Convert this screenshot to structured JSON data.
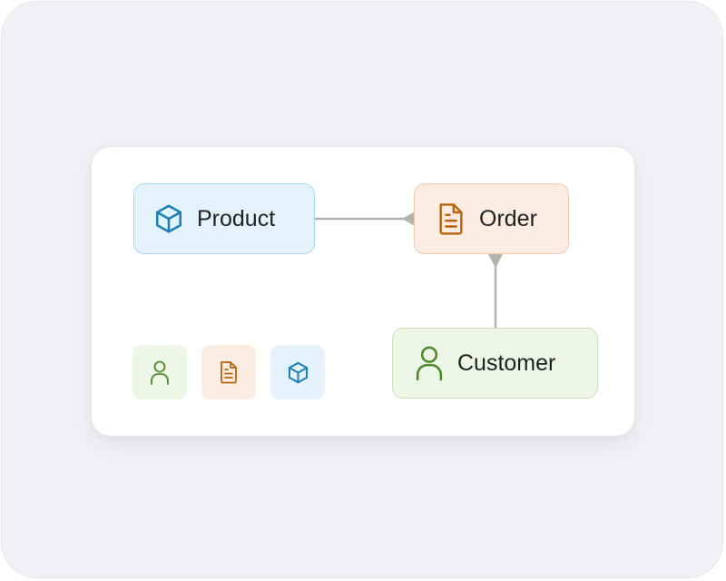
{
  "diagram": {
    "nodes": {
      "product": {
        "label": "Product",
        "icon": "cube-icon",
        "color": "#1a7fb5"
      },
      "order": {
        "label": "Order",
        "icon": "document-icon",
        "color": "#b8620d"
      },
      "customer": {
        "label": "Customer",
        "icon": "person-icon",
        "color": "#4d8a2a"
      }
    },
    "edges": [
      {
        "from": "product",
        "to": "order"
      },
      {
        "from": "customer",
        "to": "order"
      }
    ],
    "legend": [
      {
        "icon": "person-icon",
        "color": "#4d8a2a"
      },
      {
        "icon": "document-icon",
        "color": "#b8620d"
      },
      {
        "icon": "cube-icon",
        "color": "#1a7fb5"
      }
    ],
    "connector_color": "#b3b3ad"
  }
}
